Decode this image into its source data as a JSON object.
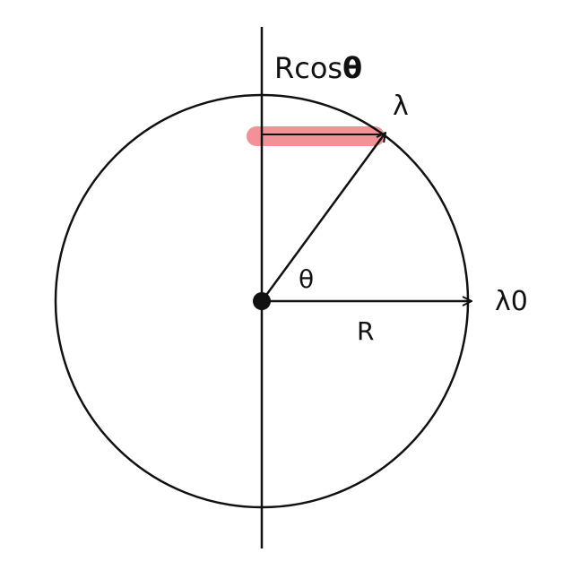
{
  "labels": {
    "projection_prefix": "Rcos",
    "projection_angle": "θ",
    "endpoint_rotated": "λ",
    "endpoint_reference": "λ0",
    "angle": "θ",
    "radius": "R"
  },
  "colors": {
    "stroke": "#111111",
    "highlight": "#f07f85"
  }
}
